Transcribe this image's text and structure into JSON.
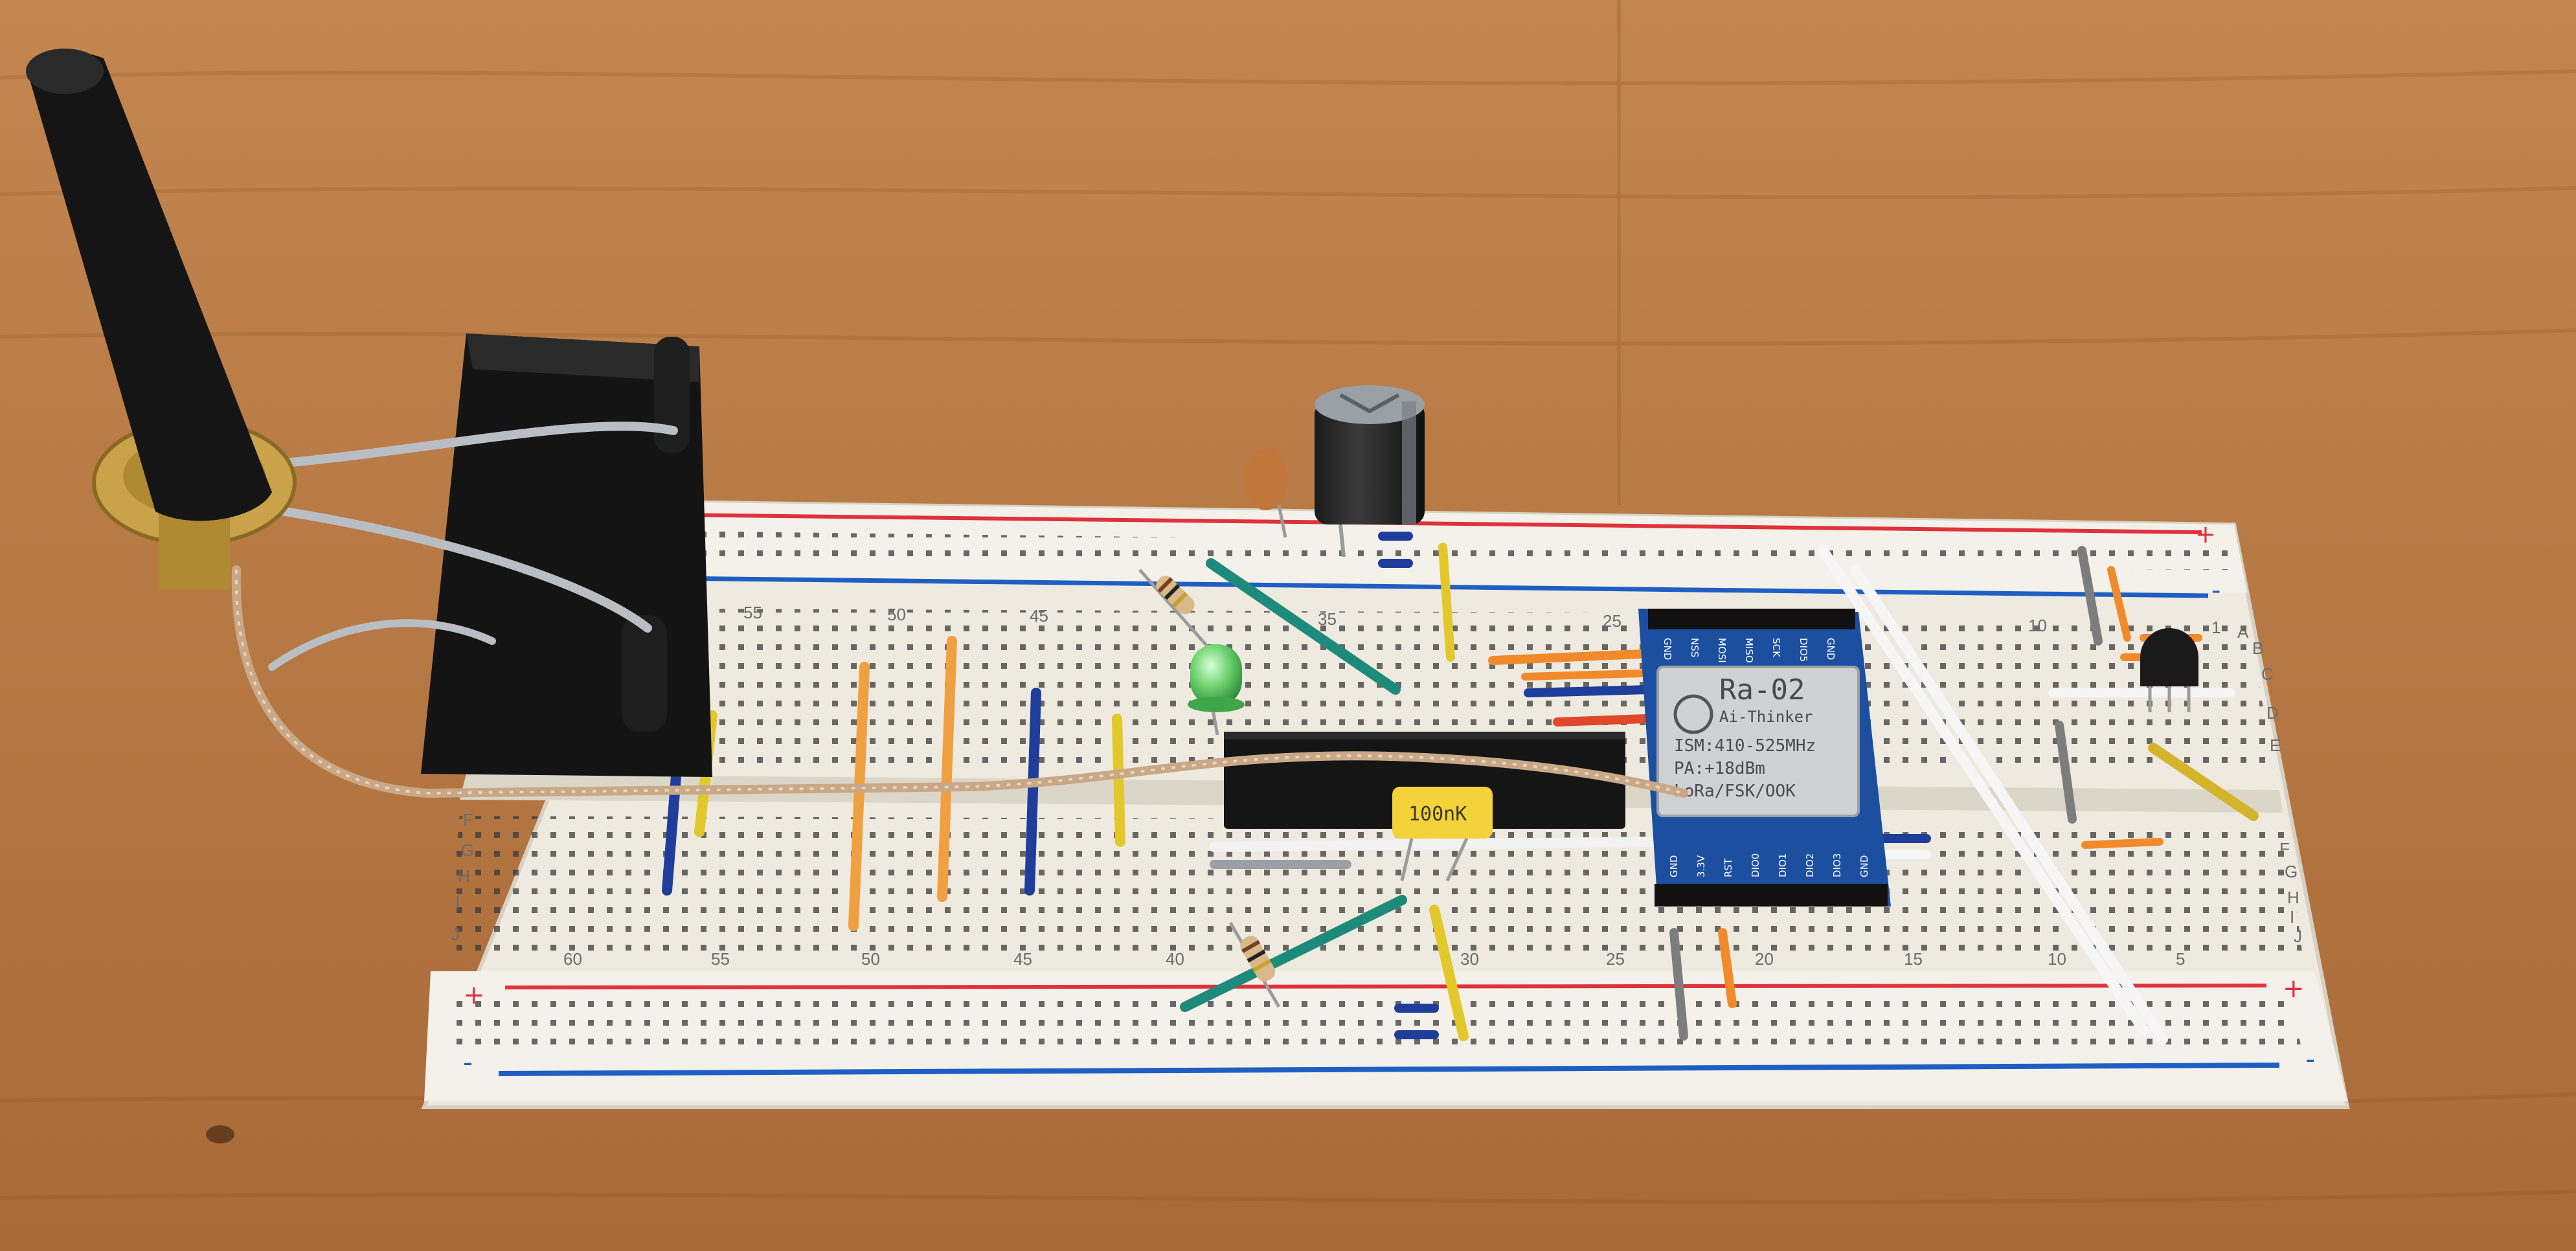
{
  "breadboard": {
    "polarity": {
      "plus": "+",
      "minus": "-"
    },
    "row_letters_top": [
      "A",
      "B",
      "C",
      "D",
      "E"
    ],
    "row_letters_bottom": [
      "F",
      "G",
      "H",
      "I",
      "J"
    ],
    "column_numbers": [
      "60",
      "55",
      "50",
      "45",
      "40",
      "35",
      "30",
      "25",
      "20",
      "15",
      "10",
      "5",
      "1"
    ]
  },
  "lora_module": {
    "model": "Ra-02",
    "brand": "Ai-Thinker",
    "freq": "ISM:410-525MHz",
    "power": "PA:+18dBm",
    "modes": "LoRa/FSK/OOK",
    "pins_top": [
      "GND",
      "NSS",
      "MOSI",
      "MISO",
      "SCK",
      "DIO5",
      "GND"
    ],
    "pins_bottom": [
      "GND",
      "3.3V",
      "RST",
      "DIO0",
      "DIO1",
      "DIO2",
      "DIO3",
      "GND"
    ]
  },
  "capacitor_marking": "100nK",
  "colors": {
    "table": "#b87a45",
    "breadboard": "#efeae0",
    "rail_red": "#e0323c",
    "rail_blue": "#1f5fc4",
    "module_pcb": "#1c4fa0",
    "shield": "#cfd2d3",
    "antenna": "#151515",
    "brass": "#c9a24a"
  }
}
